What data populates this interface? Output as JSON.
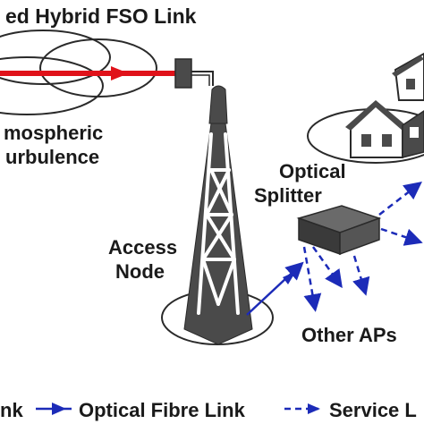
{
  "title": "ed Hybrid FSO Link",
  "labels": {
    "atmospheric_line1": "mospheric",
    "atmospheric_line2": "urbulence",
    "access_line1": "Access",
    "access_line2": "Node",
    "splitter_line1": "Optical",
    "splitter_line2": "Splitter",
    "other_aps": "Other APs"
  },
  "legend": {
    "fso_tail": "nk",
    "fibre": "Optical Fibre Link",
    "service": "Service L"
  },
  "colors": {
    "laser": "#e0121a",
    "fibre": "#1c2bb8",
    "structure": "#4a4a4a",
    "outline": "#2a2a2a"
  }
}
